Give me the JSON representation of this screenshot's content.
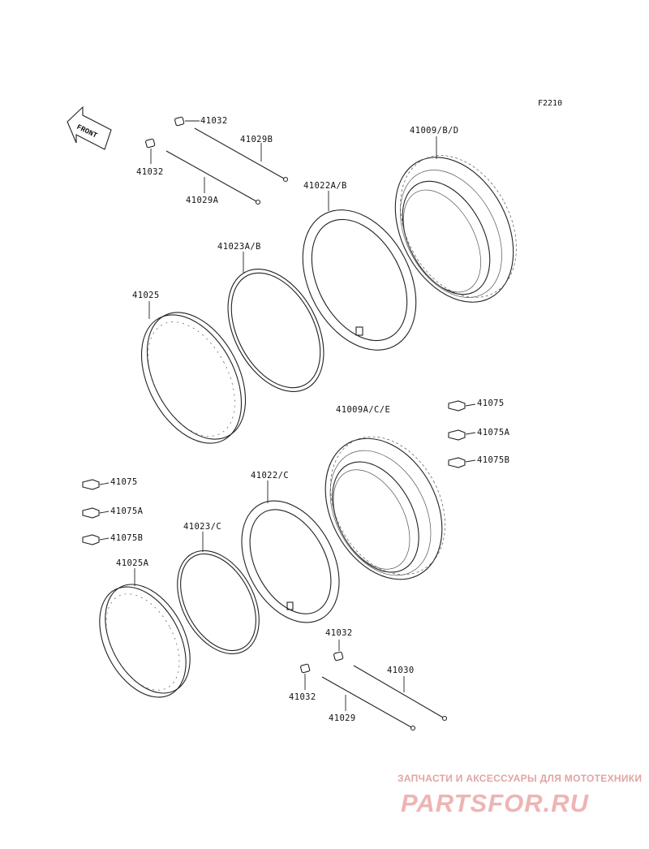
{
  "diagram": {
    "code": "F2210",
    "front_label": "FRONT",
    "parts": {
      "p41032_a": "41032",
      "p41032_b": "41032",
      "p41029B": "41029B",
      "p41029A": "41029A",
      "p41009BD": "41009/B/D",
      "p41022AB": "41022A/B",
      "p41023AB": "41023A/B",
      "p41025": "41025",
      "p41009ACE": "41009A/C/E",
      "p41075_r": "41075",
      "p41075A_r": "41075A",
      "p41075B_r": "41075B",
      "p41075_l": "41075",
      "p41075A_l": "41075A",
      "p41075B_l": "41075B",
      "p41022C": "41022/C",
      "p41023C": "41023/C",
      "p41025A": "41025A",
      "p41032_c": "41032",
      "p41032_d": "41032",
      "p41030": "41030",
      "p41029": "41029"
    }
  },
  "watermark": {
    "tagline": "ЗАПЧАСТИ И АКСЕССУАРЫ ДЛЯ МОТОТЕХНИКИ",
    "logo": "PARTSFOR.RU"
  },
  "colors": {
    "line": "#222222",
    "watermark": "#e2a4a4"
  }
}
